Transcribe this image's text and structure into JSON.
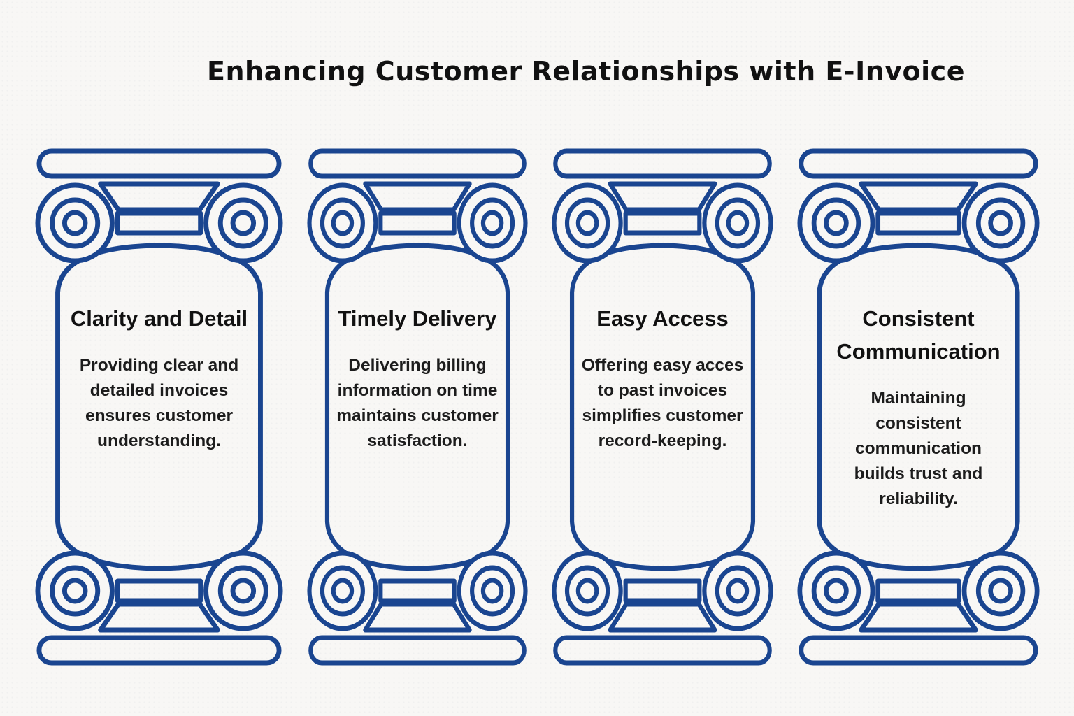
{
  "title": "Enhancing Customer Relationships with E-Invoice",
  "colors": {
    "line": "#1a4590",
    "bg": "#f8f7f5",
    "title_text": "#111111",
    "body_text": "#1c1c1c"
  },
  "pillars": [
    {
      "title": "Clarity and Detail",
      "description": "Providing clear and detailed invoices ensures customer understanding."
    },
    {
      "title": "Timely Delivery",
      "description": "Delivering billing information on time maintains customer satisfaction."
    },
    {
      "title": "Easy Access",
      "description": "Offering easy acces to past invoices simplifies customer record-keeping."
    },
    {
      "title": "Consistent Communication",
      "description": "Maintaining consistent communication builds trust and reliability."
    }
  ]
}
